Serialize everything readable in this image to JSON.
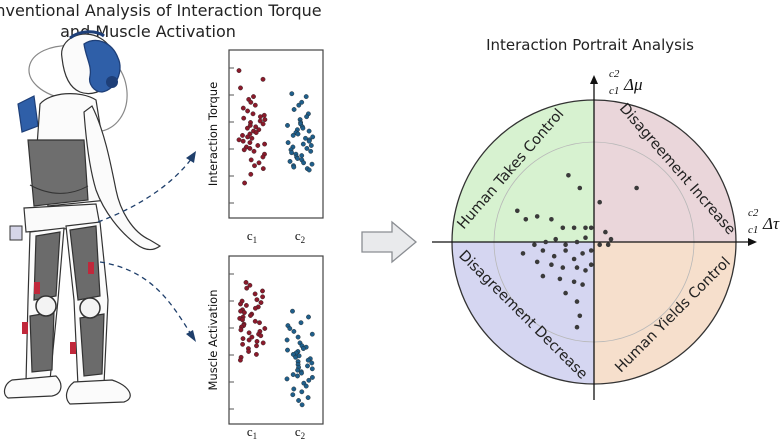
{
  "left_title": {
    "line1": "Conventional Analysis of Interaction Torque",
    "line2": "and Muscle Activation"
  },
  "right_title": "Interaction Portrait Analysis",
  "colors": {
    "c1": "#8b1a2b",
    "c2": "#1f5f8b",
    "q_top_left": "#d7f2d0",
    "q_top_right": "#ead6da",
    "q_bottom_left": "#d5d6f1",
    "q_bottom_right": "#f6dfcc"
  },
  "panels": {
    "torque": {
      "ylabel": "Interaction Torque",
      "xticks": [
        {
          "base": "c",
          "sub": "1"
        },
        {
          "base": "c",
          "sub": "2"
        }
      ]
    },
    "muscle": {
      "ylabel": "Muscle Activation",
      "xticks": [
        {
          "base": "c",
          "sub": "1"
        },
        {
          "base": "c",
          "sub": "2"
        }
      ]
    }
  },
  "portrait": {
    "quadrants": {
      "top_left": "Human Takes Control",
      "top_right": "Disagreement Increase",
      "bottom_left": "Disagreement Decrease",
      "bottom_right": "Human Yields Control"
    },
    "x_axis": {
      "sup": "c2",
      "sub": "c1",
      "sym": "Δτ"
    },
    "y_axis": {
      "sup": "c2",
      "sub": "c1",
      "sym": "Δμ"
    }
  },
  "chart_data": [
    {
      "type": "scatter",
      "ylabel": "Interaction Torque",
      "categories": [
        "c1",
        "c2"
      ],
      "ylim": [
        0,
        1
      ],
      "series": [
        {
          "name": "c1",
          "x": 1,
          "values": [
            0.94,
            0.88,
            0.82,
            0.76,
            0.74,
            0.72,
            0.7,
            0.68,
            0.66,
            0.64,
            0.63,
            0.62,
            0.61,
            0.6,
            0.59,
            0.58,
            0.57,
            0.56,
            0.55,
            0.54,
            0.53,
            0.52,
            0.51,
            0.5,
            0.49,
            0.48,
            0.47,
            0.46,
            0.45,
            0.44,
            0.43,
            0.42,
            0.41,
            0.4,
            0.39,
            0.38,
            0.36,
            0.34,
            0.32,
            0.3,
            0.28,
            0.26,
            0.22,
            0.16
          ]
        },
        {
          "name": "c2",
          "x": 2,
          "values": [
            0.78,
            0.76,
            0.72,
            0.7,
            0.67,
            0.64,
            0.62,
            0.6,
            0.58,
            0.57,
            0.56,
            0.55,
            0.54,
            0.53,
            0.52,
            0.51,
            0.5,
            0.49,
            0.48,
            0.47,
            0.46,
            0.45,
            0.44,
            0.43,
            0.42,
            0.41,
            0.4,
            0.39,
            0.38,
            0.37,
            0.36,
            0.35,
            0.34,
            0.33,
            0.32,
            0.31,
            0.3,
            0.29,
            0.28,
            0.27,
            0.26,
            0.25
          ]
        }
      ]
    },
    {
      "type": "scatter",
      "ylabel": "Muscle Activation",
      "categories": [
        "c1",
        "c2"
      ],
      "ylim": [
        0,
        1
      ],
      "series": [
        {
          "name": "c1",
          "x": 1,
          "values": [
            0.9,
            0.88,
            0.86,
            0.84,
            0.82,
            0.8,
            0.78,
            0.77,
            0.76,
            0.75,
            0.74,
            0.73,
            0.72,
            0.71,
            0.7,
            0.69,
            0.68,
            0.67,
            0.66,
            0.65,
            0.64,
            0.63,
            0.62,
            0.61,
            0.6,
            0.59,
            0.58,
            0.57,
            0.56,
            0.55,
            0.54,
            0.53,
            0.52,
            0.51,
            0.5,
            0.49,
            0.48,
            0.47,
            0.46,
            0.44,
            0.42,
            0.4,
            0.38,
            0.36
          ]
        },
        {
          "name": "c2",
          "x": 2,
          "values": [
            0.7,
            0.66,
            0.62,
            0.6,
            0.58,
            0.56,
            0.54,
            0.52,
            0.5,
            0.48,
            0.46,
            0.45,
            0.44,
            0.43,
            0.42,
            0.41,
            0.4,
            0.39,
            0.38,
            0.37,
            0.36,
            0.35,
            0.34,
            0.33,
            0.32,
            0.31,
            0.3,
            0.29,
            0.28,
            0.27,
            0.26,
            0.25,
            0.24,
            0.23,
            0.22,
            0.2,
            0.18,
            0.16,
            0.14,
            0.12,
            0.1,
            0.08,
            0.05
          ]
        }
      ]
    },
    {
      "type": "scatter",
      "xlim": [
        -1,
        1
      ],
      "ylim": [
        -1,
        1
      ],
      "series": [
        {
          "values": [
            [
              -0.18,
              0.47
            ],
            [
              -0.1,
              0.38
            ],
            [
              -0.54,
              0.22
            ],
            [
              -0.48,
              0.16
            ],
            [
              -0.4,
              0.18
            ],
            [
              -0.3,
              0.16
            ],
            [
              -0.22,
              0.1
            ],
            [
              -0.14,
              0.1
            ],
            [
              -0.06,
              0.1
            ],
            [
              -0.02,
              0.1
            ],
            [
              0.04,
              0.28
            ],
            [
              0.3,
              0.38
            ],
            [
              0.08,
              0.07
            ],
            [
              0.12,
              0.02
            ],
            [
              -0.42,
              -0.02
            ],
            [
              -0.34,
              0.0
            ],
            [
              -0.27,
              0.02
            ],
            [
              -0.2,
              -0.02
            ],
            [
              -0.12,
              0.0
            ],
            [
              -0.06,
              0.03
            ],
            [
              0.04,
              -0.02
            ],
            [
              0.1,
              -0.02
            ],
            [
              -0.5,
              -0.08
            ],
            [
              -0.36,
              -0.06
            ],
            [
              -0.28,
              -0.1
            ],
            [
              -0.2,
              -0.06
            ],
            [
              -0.14,
              -0.12
            ],
            [
              -0.08,
              -0.08
            ],
            [
              -0.02,
              -0.06
            ],
            [
              -0.4,
              -0.14
            ],
            [
              -0.3,
              -0.16
            ],
            [
              -0.22,
              -0.18
            ],
            [
              -0.12,
              -0.18
            ],
            [
              -0.06,
              -0.2
            ],
            [
              -0.02,
              -0.16
            ],
            [
              -0.36,
              -0.24
            ],
            [
              -0.24,
              -0.26
            ],
            [
              -0.14,
              -0.28
            ],
            [
              -0.08,
              -0.3
            ],
            [
              -0.2,
              -0.36
            ],
            [
              -0.12,
              -0.42
            ],
            [
              -0.1,
              -0.52
            ],
            [
              -0.12,
              -0.6
            ]
          ]
        }
      ]
    }
  ]
}
